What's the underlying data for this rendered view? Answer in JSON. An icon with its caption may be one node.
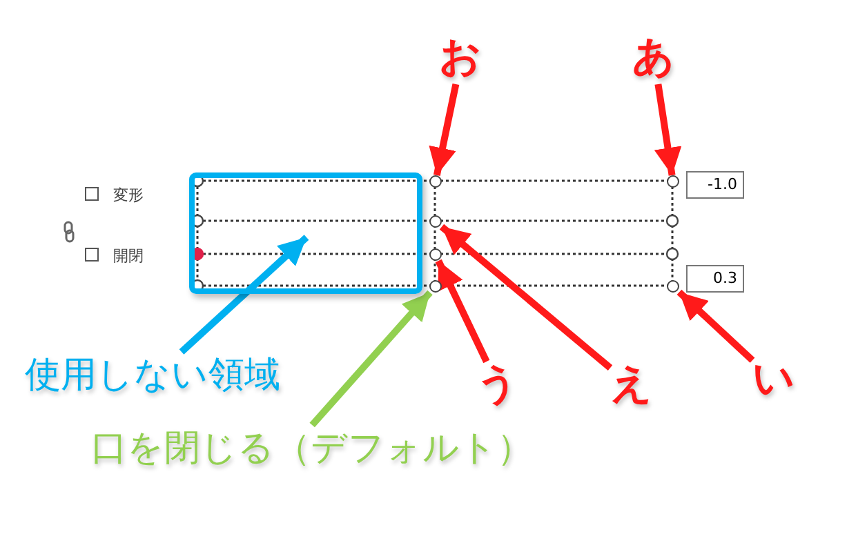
{
  "diagram": {
    "nodes": [
      {
        "text": [
          "お"
        ]
      },
      {
        "text": [
          "あ"
        ]
      },
      {
        "text": [],
        "shape": "circle"
      },
      {
        "text": [],
        "shape": "circle"
      },
      {
        "text": [],
        "shape": "box"
      },
      {
        "text": [],
        "shape": "circle"
      },
      {
        "text": [],
        "shape": "circle"
      },
      {
        "text": [],
        "shape": "circle"
      },
      {
        "text": [],
        "shape": "circle"
      },
      {
        "text": [
          "使用しない領域"
        ]
      },
      {
        "text": [
          "う"
        ]
      },
      {
        "text": [
          "え"
        ]
      },
      {
        "text": [
          "い"
        ]
      },
      {
        "text": [
          "口を閉じる（デフォルト）"
        ]
      }
    ],
    "edges": [
      {
        "from": 0,
        "to": 2,
        "arrow": "to"
      },
      {
        "from": 1,
        "to": 3,
        "arrow": "to"
      },
      {
        "from": 9,
        "to": 4,
        "arrow": "to",
        "color": "#00b0f0"
      },
      {
        "from": 13,
        "to": 8,
        "arrow": "to",
        "color": "#92d050"
      },
      {
        "from": 10,
        "to": 6,
        "arrow": "to"
      },
      {
        "from": 11,
        "to": 5,
        "arrow": "to"
      },
      {
        "from": 12,
        "to": 7,
        "arrow": "to"
      }
    ],
    "labels": [
      "変形",
      "開閉",
      "-1.0",
      "0.3"
    ]
  }
}
